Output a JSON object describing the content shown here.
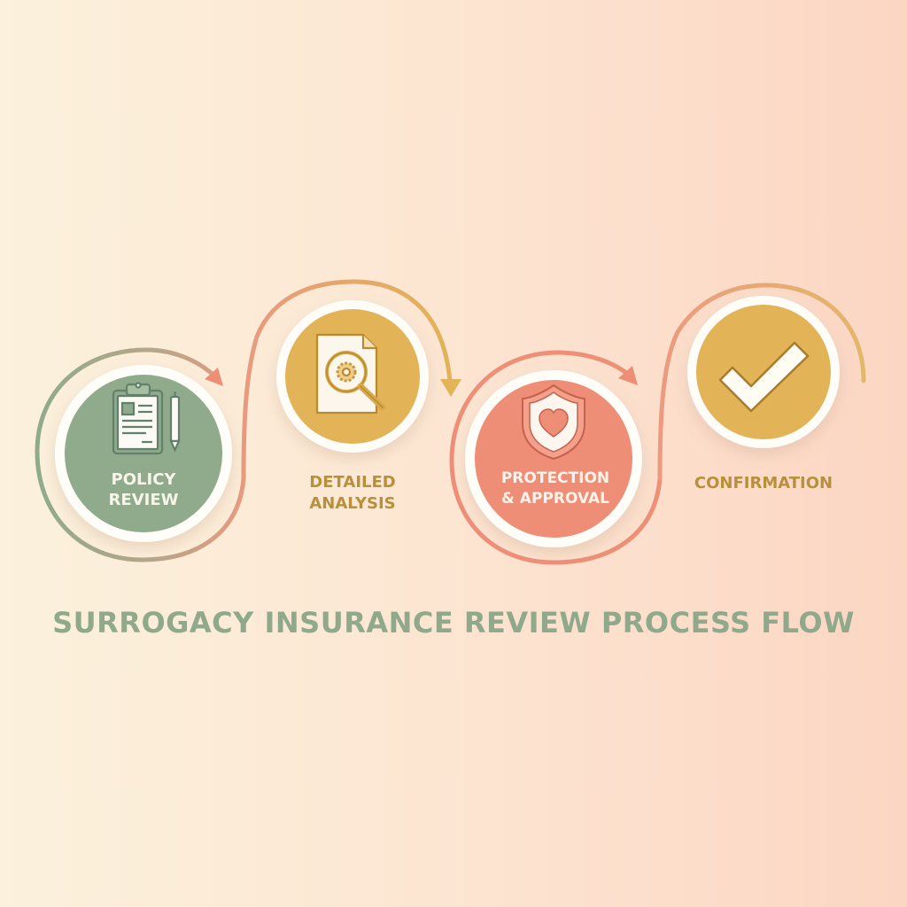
{
  "title": "SURROGACY INSURANCE REVIEW PROCESS FLOW",
  "colors": {
    "background_left": "#fbf1dc",
    "background_right": "#fbd6c3",
    "sage": "#8fab8c",
    "sage_dark": "#62806a",
    "gold": "#e2b357",
    "gold_dark": "#a87c30",
    "coral": "#ef8e76",
    "coral_dark": "#c2634f",
    "white": "#fffdf8",
    "title": "#8fa98a"
  },
  "steps": [
    {
      "id": 1,
      "label_line1": "POLICY",
      "label_line2": "REVIEW",
      "icon": "clipboard-pen-icon",
      "fill": "#8fab8c",
      "label_inside": true
    },
    {
      "id": 2,
      "label_line1": "DETAILED",
      "label_line2": "ANALYSIS",
      "icon": "document-magnifier-gear-icon",
      "fill": "#e2b357",
      "label_inside": false
    },
    {
      "id": 3,
      "label_line1": "PROTECTION",
      "label_line2": "& APPROVAL",
      "icon": "shield-heart-icon",
      "fill": "#ef8e76",
      "label_inside": true
    },
    {
      "id": 4,
      "label_line1": "CONFIRMATION",
      "label_line2": "",
      "icon": "checkmark-icon",
      "fill": "#e2b357",
      "label_inside": false
    }
  ]
}
